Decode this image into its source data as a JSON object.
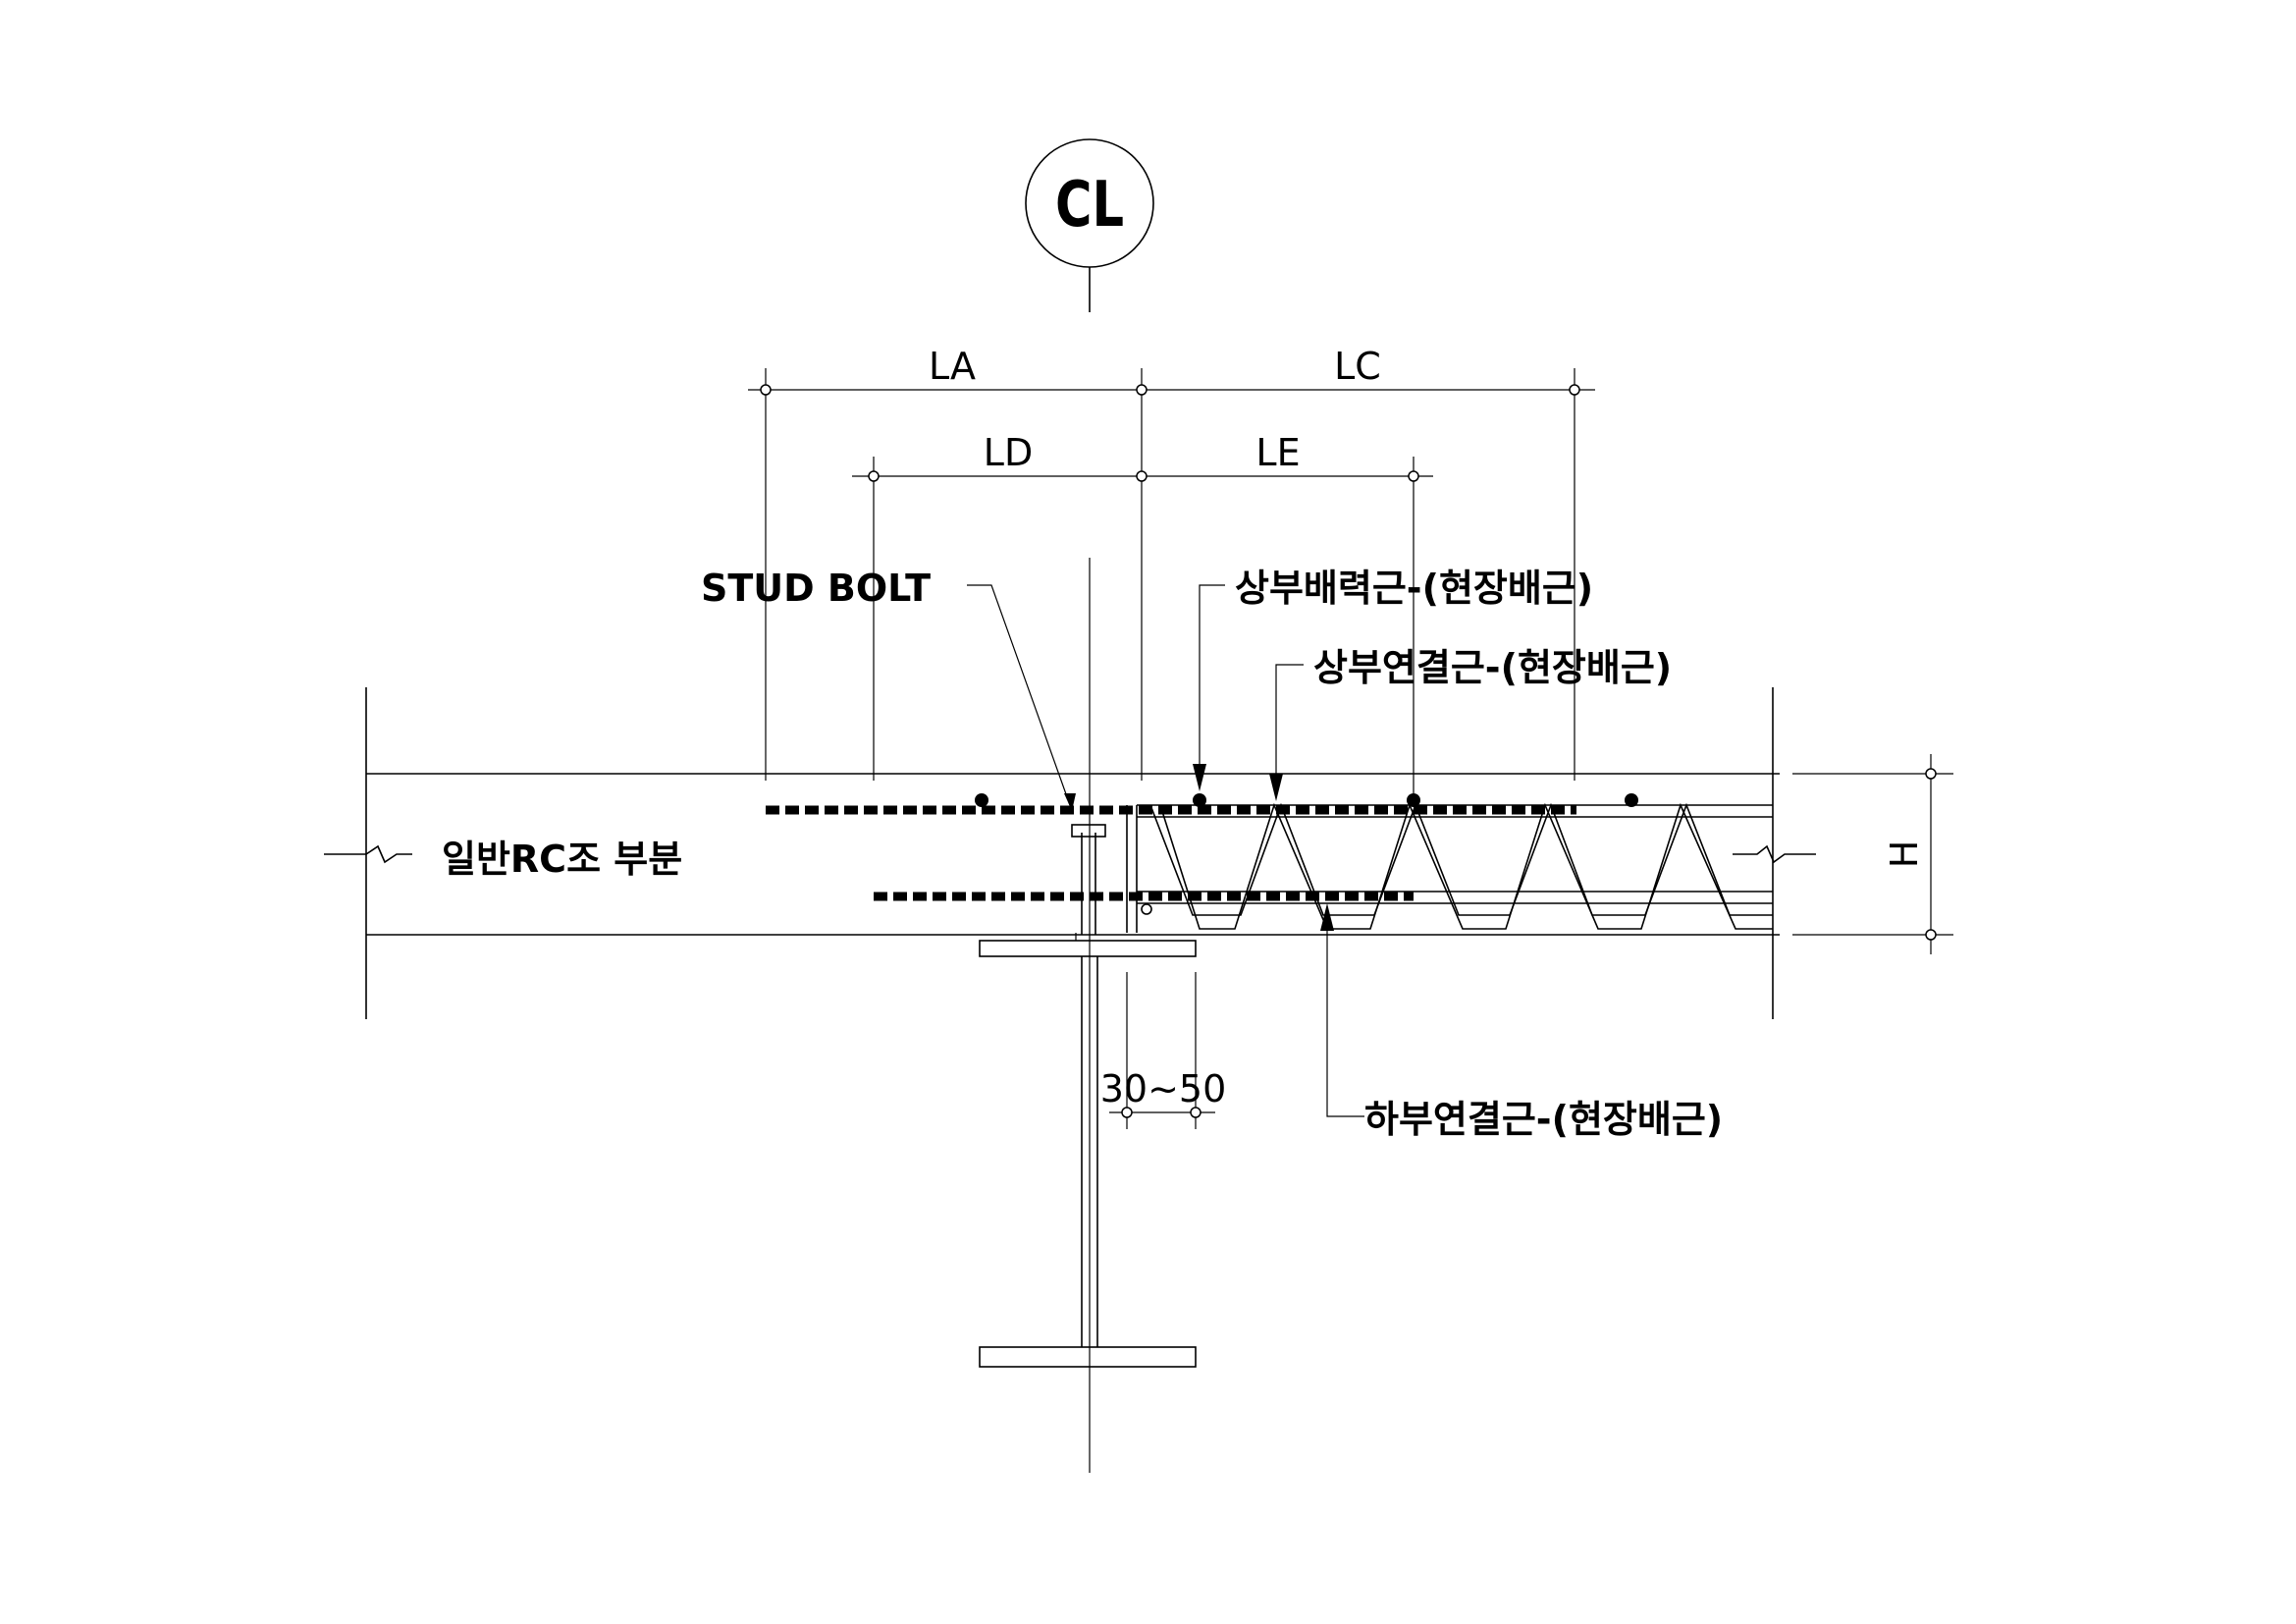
{
  "centerline": {
    "symbol": "CL"
  },
  "dimensions": {
    "la": "LA",
    "lc": "LC",
    "ld": "LD",
    "le": "LE",
    "h": "H",
    "gap": "30~50"
  },
  "labels": {
    "stud_bolt": "STUD BOLT",
    "top_distribution_bar": "상부배력근-(현장배근)",
    "top_connection_bar": "상부연결근-(현장배근)",
    "bottom_connection_bar": "하부연결근-(현장배근)",
    "rc_section": "일반RC조 부분"
  }
}
